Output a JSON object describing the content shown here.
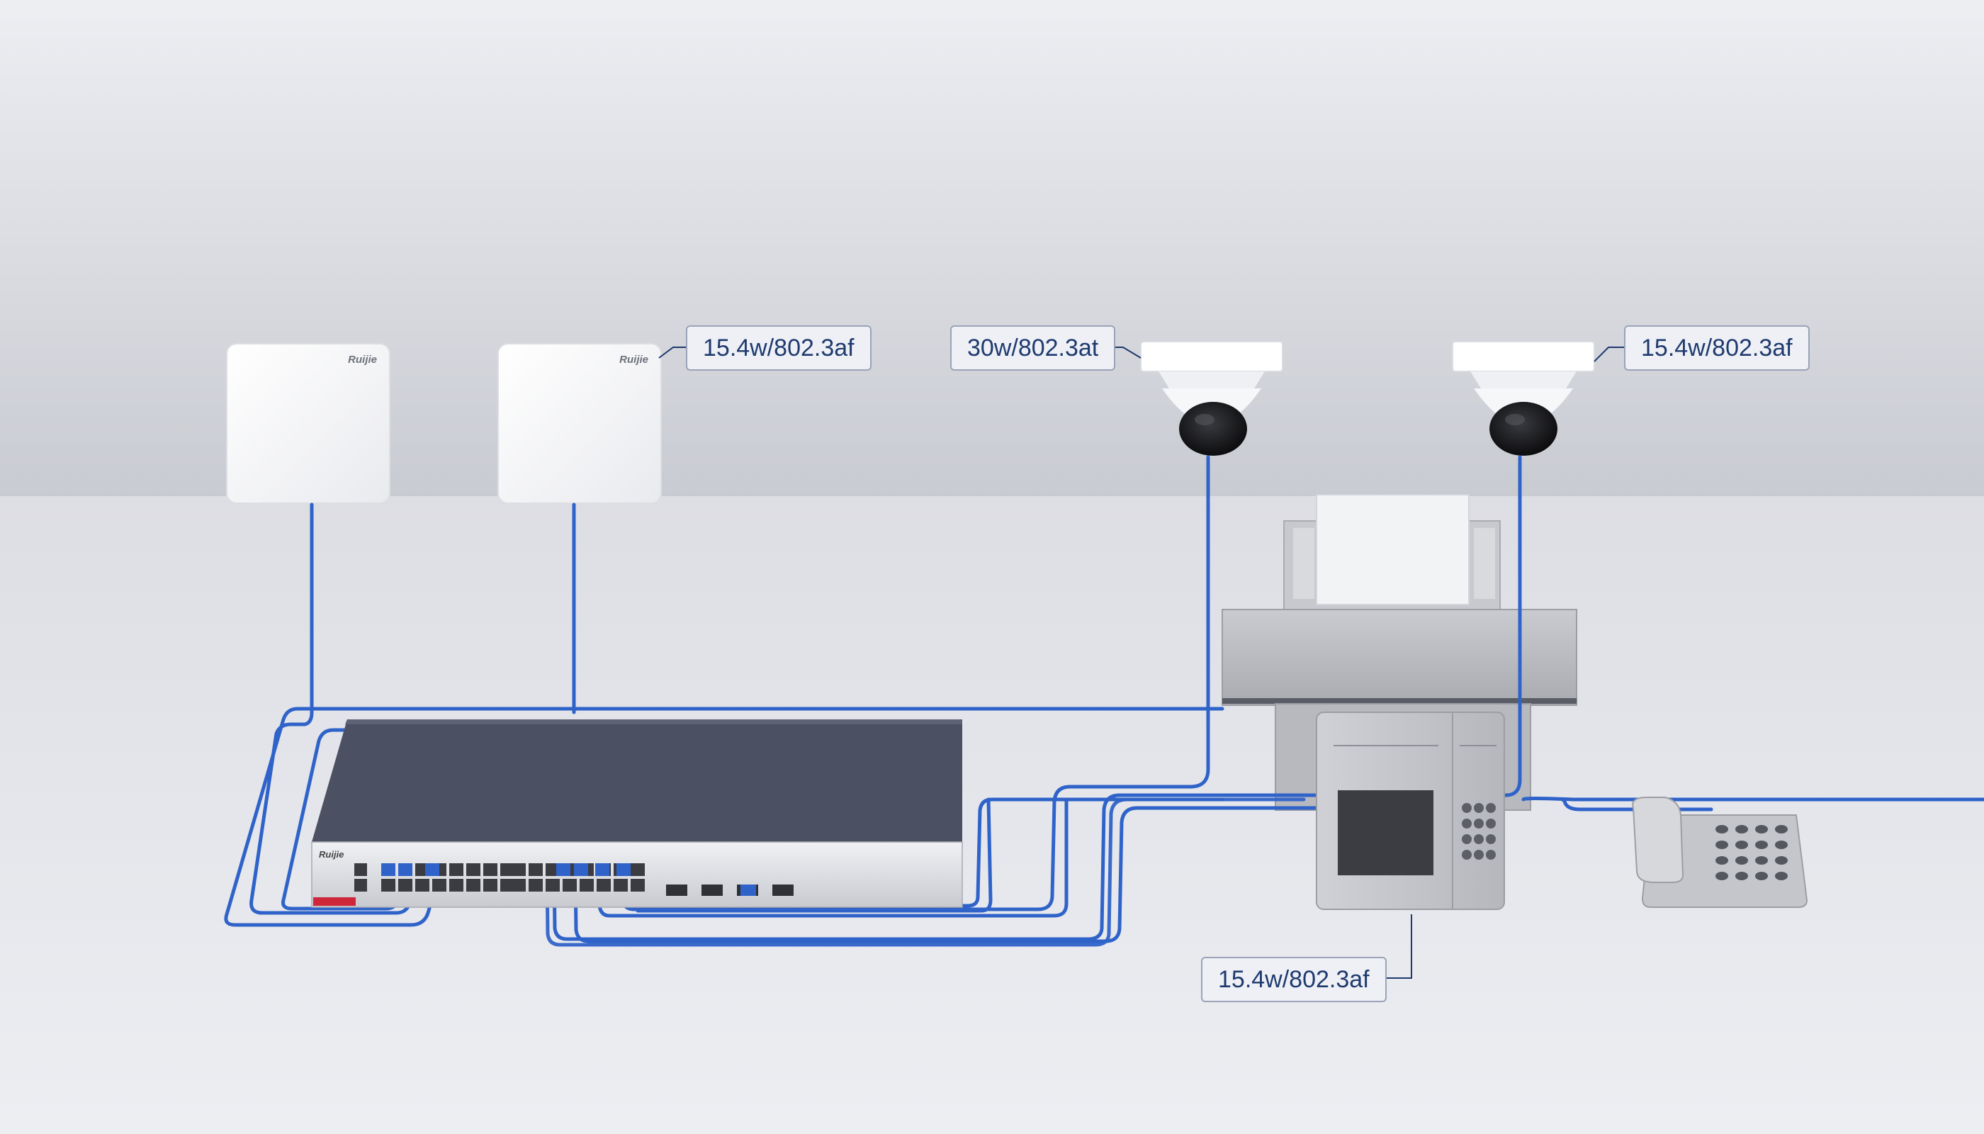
{
  "callouts": {
    "ap": "15.4w/802.3af",
    "camera_left": "30w/802.3at",
    "camera_right": "15.4w/802.3af",
    "terminal": "15.4w/802.3af"
  },
  "brand": {
    "ap_logo": "Ruijie",
    "switch_logo": "Ruijie"
  },
  "colors": {
    "cable": "#2f63c9",
    "switch_top": "#4b5163",
    "switch_front": "#e3e4e8",
    "device_white": "#f5f6f8",
    "printer_grey": "#b9bbc1",
    "wall": "#d4d6dc",
    "floor": "#e4e5ea"
  }
}
